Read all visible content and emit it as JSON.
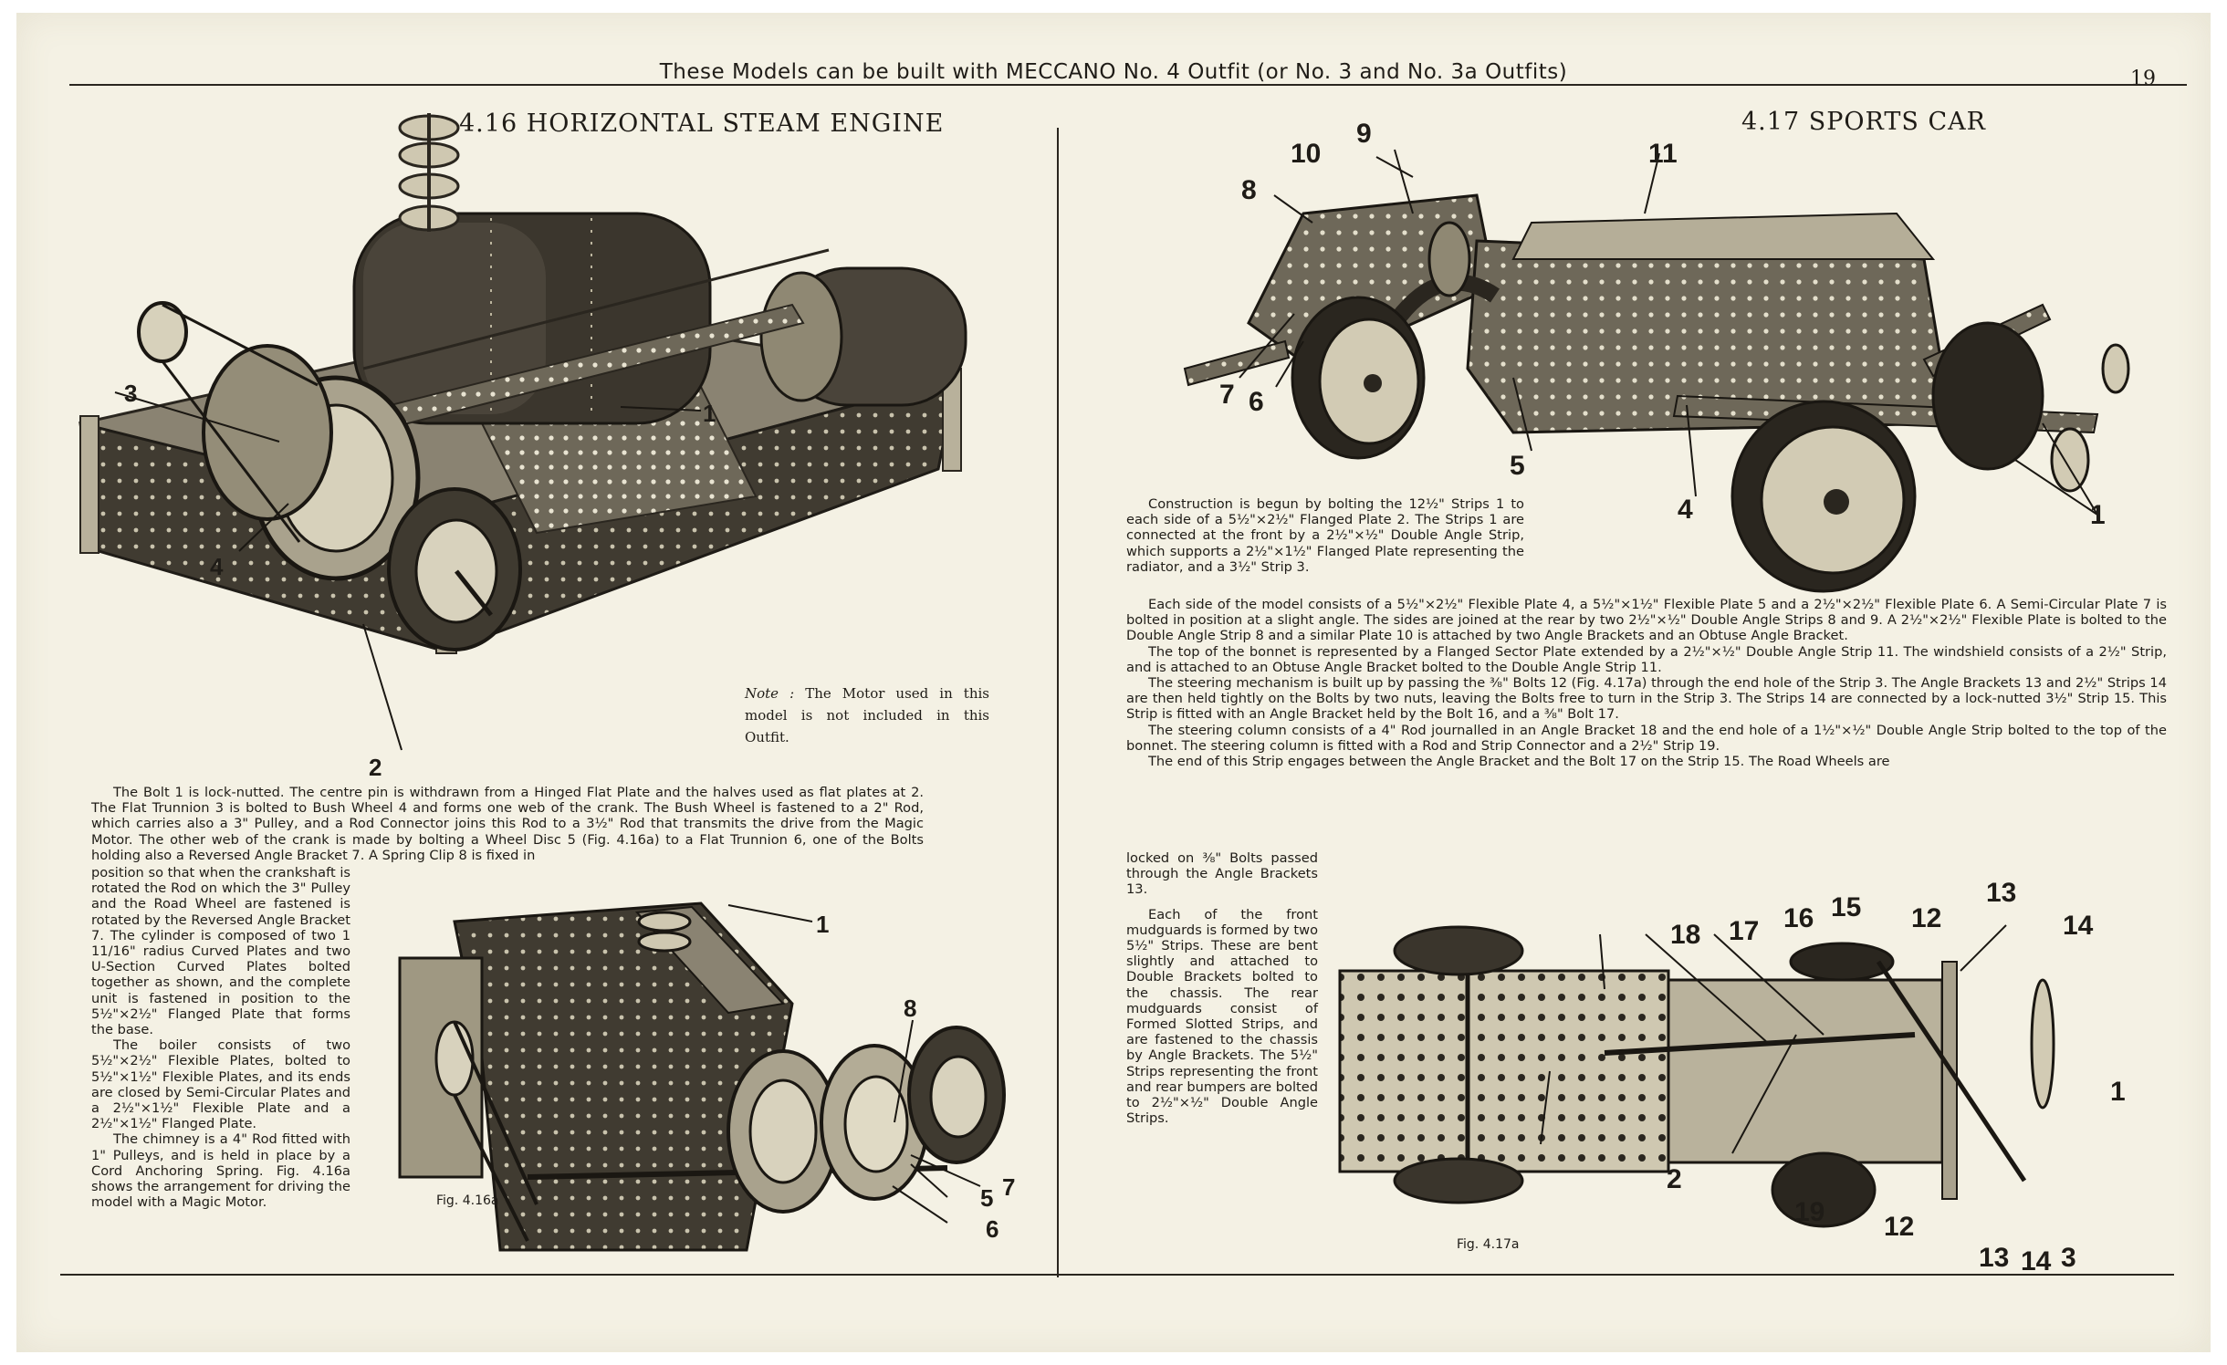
{
  "header": {
    "banner": "These Models can be built with MECCANO No. 4 Outfit (or No. 3 and No. 3a Outfits)",
    "page_number": "19"
  },
  "left": {
    "title": "4.16  HORIZONTAL STEAM ENGINE",
    "callouts": [
      "1",
      "2",
      "3",
      "4"
    ],
    "note_label": "Note :",
    "note_text": "The Motor used in this model is not included in this Outfit.",
    "intro": "The Bolt 1 is lock-nutted. The centre pin is withdrawn from a Hinged Flat Plate and the halves used as flat plates at 2. The Flat Trunnion 3 is bolted to Bush Wheel 4 and forms one web of the crank. The Bush Wheel is fastened to a 2\" Rod, which carries also a 3\" Pulley, and a Rod Connector joins this Rod to a 3½\" Rod that transmits the drive from the Magic Motor. The other web of the crank is made by bolting a Wheel Disc 5 (Fig. 4.16a) to a Flat Trunnion 6, one of the Bolts holding also a Reversed Angle Bracket 7. A Spring Clip 8 is fixed in",
    "col_p1": "position so that when the crankshaft is rotated the Rod on which the 3\" Pulley and the Road Wheel are fastened is rotated by the Reversed Angle Bracket 7. The cylinder is composed of two 1 11/16\" radius Curved Plates and two U-Section Curved Plates bolted together as shown, and the complete unit is fastened in position to the 5½\"×2½\" Flanged Plate that forms the base.",
    "col_p2": "The boiler consists of two 5½\"×2½\" Flexible Plates, bolted to 5½\"×1½\" Flexible Plates, and its ends are closed by Semi-Circular Plates and a 2½\"×1½\" Flexible Plate and a 2½\"×1½\" Flanged Plate.",
    "col_p3": "The chimney is a 4\" Rod fitted with 1\" Pulleys, and is held in place by a Cord Anchoring Spring. Fig. 4.16a shows the arrangement for driving the model with a Magic Motor.",
    "fig_caption": "Fig. 4.16a",
    "fig_callouts": [
      "1",
      "8",
      "5",
      "7",
      "6"
    ]
  },
  "right": {
    "title": "4.17  SPORTS CAR",
    "callouts": [
      "9",
      "10",
      "11",
      "8",
      "7",
      "6",
      "5",
      "4",
      "1"
    ],
    "p1": "Construction is begun by bolting the 12½\" Strips 1 to each side of a 5½\"×2½\" Flanged Plate 2. The Strips 1 are connected at the front by a 2½\"×½\" Double Angle Strip, which supports a 2½\"×1½\" Flanged Plate representing the radiator, and a 3½\" Strip 3.",
    "p2": "Each side of the model consists of a 5½\"×2½\" Flexible Plate 4, a 5½\"×1½\" Flexible Plate 5 and a 2½\"×2½\" Flexible Plate 6. A Semi-Circular Plate 7 is bolted in position at a slight angle. The sides are joined at the rear by two 2½\"×½\" Double Angle Strips 8 and 9. A 2½\"×2½\" Flexible Plate is bolted to the Double Angle Strip 8 and a similar Plate 10 is attached by two Angle Brackets and an Obtuse Angle Bracket.",
    "p3": "The top of the bonnet is represented by a Flanged Sector Plate extended by a 2½\"×½\" Double Angle Strip 11. The windshield consists of a 2½\" Strip, and is attached to an Obtuse Angle Bracket bolted to the Double Angle Strip 11.",
    "p4": "The steering mechanism is built up by passing the ⅜\" Bolts 12 (Fig. 4.17a) through the end hole of the Strip 3. The Angle Brackets 13 and 2½\" Strips 14 are then held tightly on the Bolts by two nuts, leaving the Bolts free to turn in the Strip 3. The Strips 14 are connected by a lock-nutted 3½\" Strip 15. This Strip is fitted with an Angle Bracket held by the Bolt 16, and a ⅜\" Bolt 17.",
    "p5": "The steering column consists of a 4\" Rod journalled in an Angle Bracket 18 and the end hole of a 1½\"×½\" Double Angle Strip bolted to the top of the bonnet. The steering column is fitted with a Rod and Strip Connector and a 2½\" Strip 19.",
    "p6a": "The end of this Strip engages between the Angle Bracket and the Bolt 17 on the Strip 15. The Road Wheels are",
    "p6b": "locked on ⅜\" Bolts passed through the Angle Brackets 13.",
    "p7": "Each of the front mudguards is formed by two 5½\" Strips. These are bent slightly and attached to Double Brackets bolted to the chassis. The rear mudguards consist of Formed Slotted Strips, and are fastened to the chassis by Angle Brackets. The 5½\" Strips representing the front and rear bumpers are bolted to 2½\"×½\" Double Angle Strips.",
    "fig_caption": "Fig. 4.17a",
    "fig_callouts": [
      "13",
      "18",
      "17",
      "16",
      "15",
      "12",
      "14",
      "1",
      "2",
      "19",
      "12",
      "13",
      "14",
      "3"
    ]
  }
}
